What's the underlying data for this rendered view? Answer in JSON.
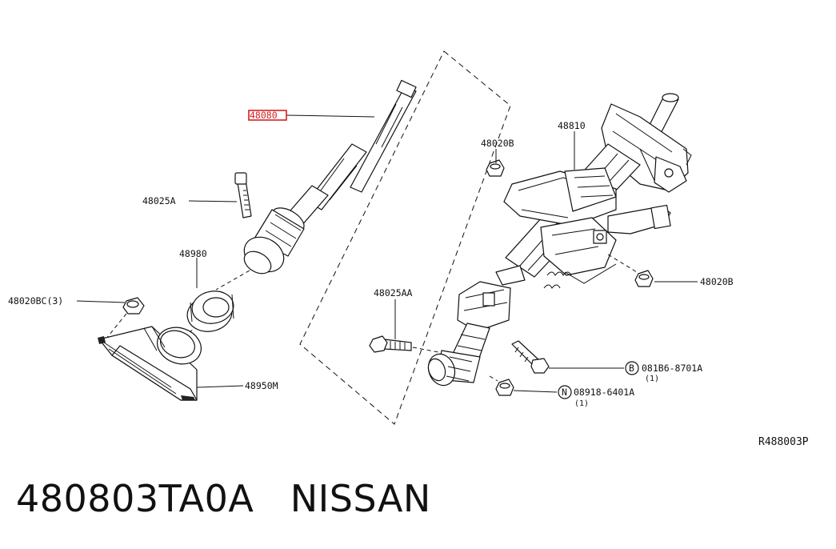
{
  "diagram": {
    "labels": {
      "intermediate_shaft": "48080",
      "column_assembly": "48810",
      "bolt_upper": "48025A",
      "bolt_lower": "48025AA",
      "seal": "48980",
      "nut_left": "48020BC(3)",
      "nut_top": "48020B",
      "nut_right": "48020B",
      "hole_cover": "48950M",
      "bolt_std_code": "081B6-8701A",
      "bolt_std_qty": "(1)",
      "nut_std_code": "08918-6401A",
      "nut_std_qty": "(1)",
      "bolt_symbol": "B",
      "nut_symbol": "N",
      "figure_code": "R488003P"
    },
    "highlight_color": "#d62020"
  },
  "caption": {
    "part_number": "480803TA0A",
    "brand": "NISSAN"
  }
}
